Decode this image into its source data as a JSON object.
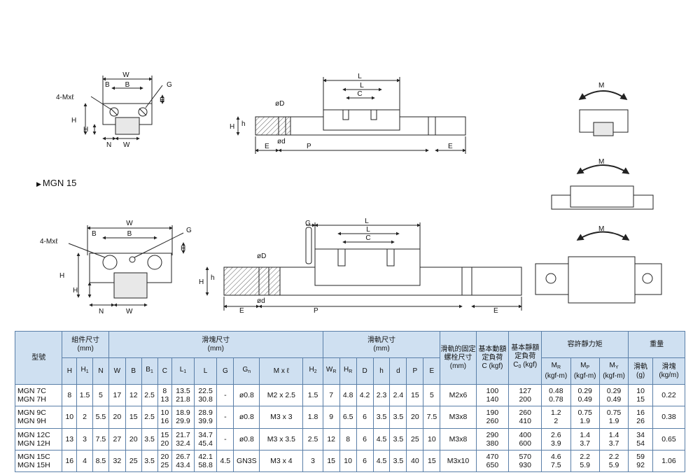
{
  "section_label": "MGN 15",
  "drawing_labels": {
    "top": {
      "W": "W",
      "B": "B",
      "B1": "B",
      "Gn": "G",
      "H2": "H",
      "mount": "4-Mxℓ",
      "H": "H",
      "H1": "H",
      "N": "N",
      "WR": "W",
      "L": "L",
      "L1": "L",
      "C": "C",
      "D": "øD",
      "h": "h",
      "HR": "H",
      "d": "ød",
      "E1": "E",
      "P": "P",
      "E2": "E",
      "MR": "M",
      "MP": "M",
      "MY": "M"
    },
    "bottom": {
      "W": "W",
      "B": "B",
      "B1": "B",
      "Gn": "G",
      "H2": "H",
      "mount": "4-Mxℓ",
      "H": "H",
      "H1": "H",
      "N": "N",
      "WR": "W",
      "G": "G",
      "L": "L",
      "L1": "L",
      "C": "C",
      "D": "øD",
      "h": "h",
      "HR": "H",
      "d": "ød",
      "E1": "E",
      "P": "P",
      "E2": "E"
    }
  },
  "table": {
    "group_headers": {
      "model": "型號",
      "assembly": "組件尺寸",
      "block": "滑塊尺寸",
      "rail": "滑軌尺寸",
      "unit_mm": "(mm)",
      "rail_bolt": "滑軌的固定螺栓尺寸",
      "dynamic_load": "基本動額定負荷",
      "dynamic_unit": "C (kgf)",
      "static_load": "基本靜額定負荷",
      "static_unit": "(kgf)",
      "moment": "容許靜力矩",
      "weight": "重量",
      "rail_weight": "滑軌",
      "rail_weight_unit": "(g)",
      "block_weight": "滑塊",
      "block_weight_unit": "(kg/m)"
    },
    "sub_headers": {
      "H": "H",
      "H1": "H",
      "N": "N",
      "W": "W",
      "B": "B",
      "B1": "B",
      "C": "C",
      "L1": "L",
      "L": "L",
      "G": "G",
      "Gn": "G",
      "Mxl": "M x ℓ",
      "H2": "H",
      "WR": "W",
      "HR": "H",
      "D": "D",
      "h": "h",
      "d": "d",
      "P": "P",
      "E": "E",
      "MR": "M",
      "MP": "M",
      "MY": "M",
      "moment_unit": "(kgf-m)"
    },
    "groups": [
      {
        "models": [
          "MGN 7C",
          "MGN 7H"
        ],
        "H": "8",
        "H1": "1.5",
        "N": "5",
        "W": "17",
        "B": "12",
        "B1": "2.5",
        "C": [
          "8",
          "13"
        ],
        "L1": [
          "13.5",
          "21.8"
        ],
        "L": [
          "22.5",
          "30.8"
        ],
        "G": "-",
        "Gn": "ø0.8",
        "Mxl": "M2 x 2.5",
        "H2": "1.5",
        "WR": "7",
        "HR": "4.8",
        "D": "4.2",
        "h": "2.3",
        "d": "2.4",
        "P": "15",
        "E": "5",
        "bolt": "M2x6",
        "Cdyn": [
          "100",
          "140"
        ],
        "C0": [
          "127",
          "200"
        ],
        "MR": [
          "0.48",
          "0.78"
        ],
        "MP": [
          "0.29",
          "0.49"
        ],
        "MY": [
          "0.29",
          "0.49"
        ],
        "wblock": [
          "10",
          "15"
        ],
        "wrail": "0.22"
      },
      {
        "models": [
          "MGN 9C",
          "MGN 9H"
        ],
        "H": "10",
        "H1": "2",
        "N": "5.5",
        "W": "20",
        "B": "15",
        "B1": "2.5",
        "C": [
          "10",
          "16"
        ],
        "L1": [
          "18.9",
          "29.9"
        ],
        "L": [
          "28.9",
          "39.9"
        ],
        "G": "-",
        "Gn": "ø0.8",
        "Mxl": "M3 x 3",
        "H2": "1.8",
        "WR": "9",
        "HR": "6.5",
        "D": "6",
        "h": "3.5",
        "d": "3.5",
        "P": "20",
        "E": "7.5",
        "bolt": "M3x8",
        "Cdyn": [
          "190",
          "260"
        ],
        "C0": [
          "260",
          "410"
        ],
        "MR": [
          "1.2",
          "2"
        ],
        "MP": [
          "0.75",
          "1.9"
        ],
        "MY": [
          "0.75",
          "1.9"
        ],
        "wblock": [
          "16",
          "26"
        ],
        "wrail": "0.38"
      },
      {
        "models": [
          "MGN 12C",
          "MGN 12H"
        ],
        "H": "13",
        "H1": "3",
        "N": "7.5",
        "W": "27",
        "B": "20",
        "B1": "3.5",
        "C": [
          "15",
          "20"
        ],
        "L1": [
          "21.7",
          "32.4"
        ],
        "L": [
          "34.7",
          "45.4"
        ],
        "G": "-",
        "Gn": "ø0.8",
        "Mxl": "M3 x 3.5",
        "H2": "2.5",
        "WR": "12",
        "HR": "8",
        "D": "6",
        "h": "4.5",
        "d": "3.5",
        "P": "25",
        "E": "10",
        "bolt": "M3x8",
        "Cdyn": [
          "290",
          "380"
        ],
        "C0": [
          "400",
          "600"
        ],
        "MR": [
          "2.6",
          "3.9"
        ],
        "MP": [
          "1.4",
          "3.7"
        ],
        "MY": [
          "1.4",
          "3.7"
        ],
        "wblock": [
          "34",
          "54"
        ],
        "wrail": "0.65"
      },
      {
        "models": [
          "MGN 15C",
          "MGN 15H"
        ],
        "H": "16",
        "H1": "4",
        "N": "8.5",
        "W": "32",
        "B": "25",
        "B1": "3.5",
        "C": [
          "20",
          "25"
        ],
        "L1": [
          "26.7",
          "43.4"
        ],
        "L": [
          "42.1",
          "58.8"
        ],
        "G": "4.5",
        "Gn": "GN3S",
        "Mxl": "M3 x 4",
        "H2": "3",
        "WR": "15",
        "HR": "10",
        "D": "6",
        "h": "4.5",
        "d": "3.5",
        "P": "40",
        "E": "15",
        "bolt": "M3x10",
        "Cdyn": [
          "470",
          "650"
        ],
        "C0": [
          "570",
          "930"
        ],
        "MR": [
          "4.6",
          "7.5"
        ],
        "MP": [
          "2.2",
          "5.9"
        ],
        "MY": [
          "2.2",
          "5.9"
        ],
        "wblock": [
          "59",
          "92"
        ],
        "wrail": "1.06"
      }
    ]
  }
}
